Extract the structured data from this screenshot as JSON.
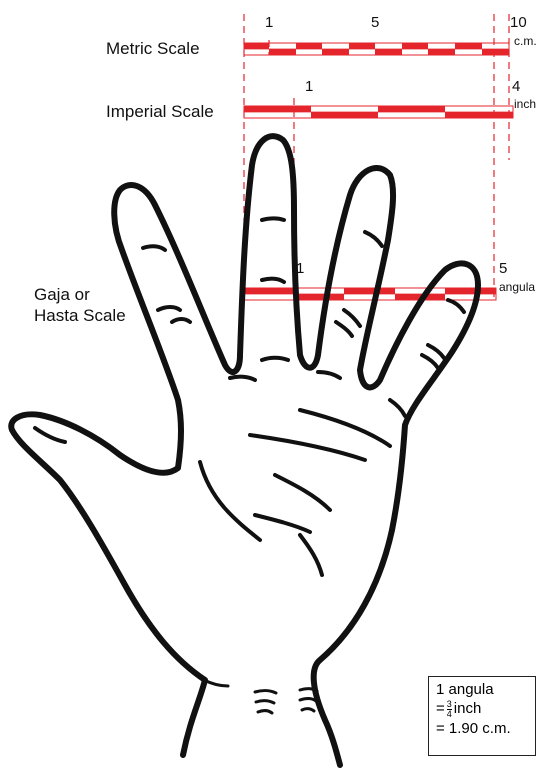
{
  "metric": {
    "name": "Metric Scale",
    "tick_first": "1",
    "tick_mid": "5",
    "tick_last": "10",
    "unit": "c.m."
  },
  "imperial": {
    "name": "Imperial Scale",
    "tick_first": "1",
    "tick_last": "4",
    "unit": "inch"
  },
  "gaja": {
    "name_line1": "Gaja or",
    "name_line2": "Hasta Scale",
    "tick_first": "1",
    "tick_last": "5",
    "unit": "angula"
  },
  "note": {
    "line1": "1 angula",
    "line2_prefix": "=",
    "frac_num": "3",
    "frac_den": "4",
    "line2_suffix": "inch",
    "line3": "= 1.90 c.m."
  },
  "colors": {
    "ruler_red": "#e4262c",
    "outline": "#111111",
    "guide_red": "#e4262c"
  }
}
